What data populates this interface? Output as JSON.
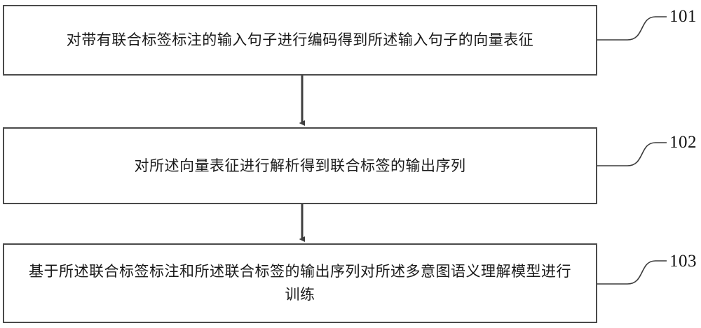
{
  "diagram": {
    "type": "flowchart",
    "orientation": "vertical",
    "title": "",
    "line_color": "#4a4a4a",
    "text_color": "#1a1a1a",
    "background": "#ffffff"
  },
  "steps": [
    {
      "ref": "101",
      "text": "对带有联合标签标注的输入句子进行编码得到所述输入句子的向量表征"
    },
    {
      "ref": "102",
      "text": "对所述向量表征进行解析得到联合标签的输出序列"
    },
    {
      "ref": "103",
      "text": "基于所述联合标签标注和所述联合标签的输出序列对所述多意图语义理解模型进行训练"
    }
  ],
  "connectors": [
    {
      "from": "101",
      "to": "102",
      "style": "arrow-down"
    },
    {
      "from": "102",
      "to": "103",
      "style": "arrow-down"
    }
  ]
}
